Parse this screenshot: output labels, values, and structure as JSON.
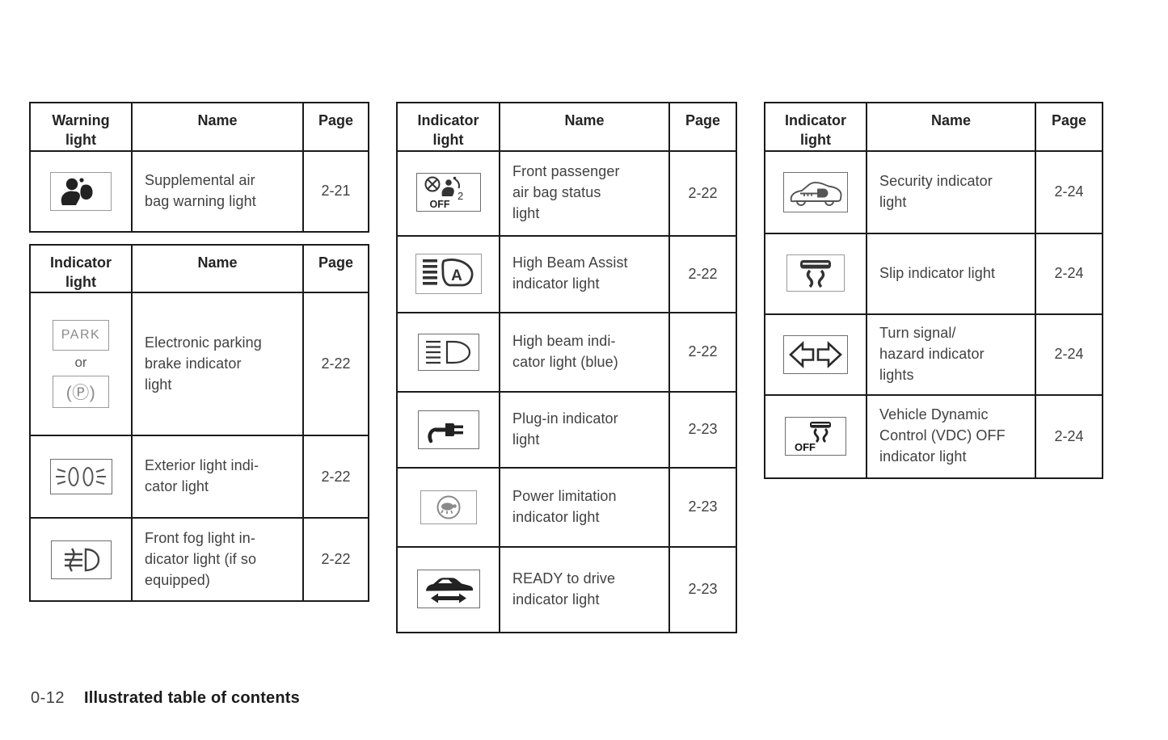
{
  "colors": {
    "border": "#1b1b1b",
    "body_text": "#414141",
    "heading_text": "#242424",
    "icon_gray": "#8a8a8a"
  },
  "tables": [
    {
      "headers": {
        "light": "Warning\nlight",
        "name": "Name",
        "page": "Page"
      },
      "rows": [
        {
          "icon": "supplemental-air-bag-warning-light-icon",
          "name": "Supplemental air\nbag warning light",
          "page": "2-21"
        }
      ]
    },
    {
      "headers": {
        "light": "Indicator\nlight",
        "name": "Name",
        "page": "Page"
      },
      "rows": [
        {
          "icon": "electronic-parking-brake-icon",
          "name": "Electronic parking\nbrake indicator\nlight",
          "page": "2-22"
        },
        {
          "icon": "exterior-light-icon",
          "name": "Exterior light indi-\ncator light",
          "page": "2-22"
        },
        {
          "icon": "front-fog-light-icon",
          "name": "Front fog light in-\ndicator light (if so\nequipped)",
          "page": "2-22"
        }
      ]
    },
    {
      "headers": {
        "light": "Indicator\nlight",
        "name": "Name",
        "page": "Page"
      },
      "rows": [
        {
          "icon": "front-passenger-air-bag-status-icon",
          "name": "Front passenger\nair bag status\nlight",
          "page": "2-22"
        },
        {
          "icon": "high-beam-assist-icon",
          "name": "High Beam Assist\nindicator light",
          "page": "2-22"
        },
        {
          "icon": "high-beam-icon",
          "name": "High beam indi-\ncator light (blue)",
          "page": "2-22"
        },
        {
          "icon": "plug-in-icon",
          "name": "Plug-in indicator\nlight",
          "page": "2-23"
        },
        {
          "icon": "power-limitation-icon",
          "name": "Power limitation\nindicator light",
          "page": "2-23"
        },
        {
          "icon": "ready-to-drive-icon",
          "name": "READY to drive\nindicator light",
          "page": "2-23"
        }
      ]
    },
    {
      "headers": {
        "light": "Indicator\nlight",
        "name": "Name",
        "page": "Page"
      },
      "rows": [
        {
          "icon": "security-icon",
          "name": "Security indicator\nlight",
          "page": "2-24"
        },
        {
          "icon": "slip-icon",
          "name": "Slip indicator light",
          "page": "2-24"
        },
        {
          "icon": "turn-signal-icon",
          "name": "Turn signal/\nhazard indicator\nlights",
          "page": "2-24"
        },
        {
          "icon": "vdc-off-icon",
          "name": "Vehicle Dynamic\nControl (VDC) OFF\nindicator light",
          "page": "2-24"
        }
      ]
    }
  ],
  "icon_labels": {
    "park": "PARK",
    "or": "or",
    "circled_p": "(Ⓟ)",
    "auto_a": "A",
    "sub_2": "2",
    "off_passenger": "OFF",
    "off_vdc": "OFF"
  },
  "footer": {
    "page_number": "0-12",
    "section_title": "Illustrated table of contents"
  }
}
